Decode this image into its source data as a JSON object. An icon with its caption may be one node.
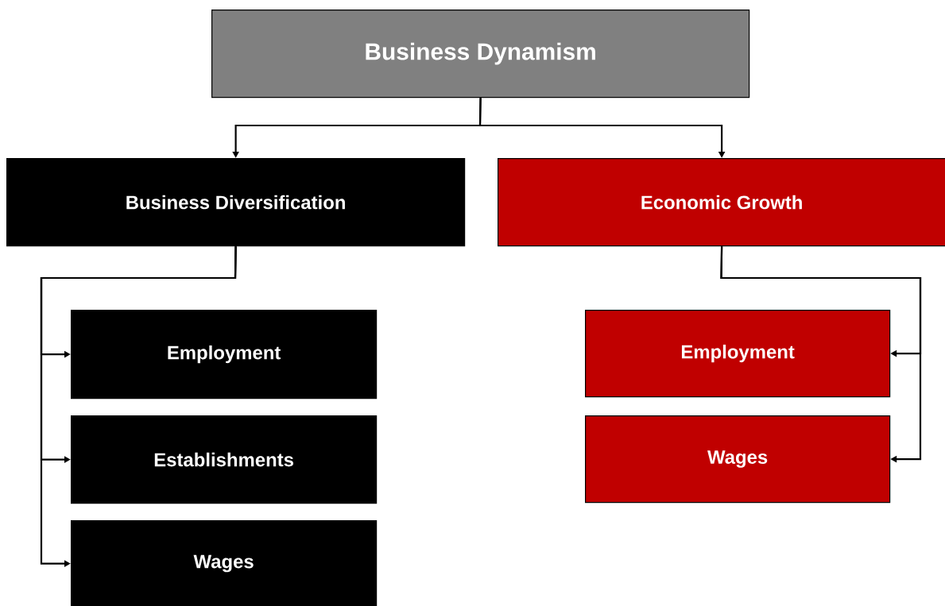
{
  "diagram": {
    "nodes": [
      {
        "text": [
          "Business Dynamism"
        ]
      },
      {
        "text": [
          "Business Diversification"
        ]
      },
      {
        "text": [
          "Economic Growth"
        ]
      },
      {
        "text": [
          "Employment"
        ]
      },
      {
        "text": [
          "Establishments"
        ]
      },
      {
        "text": [
          "Wages"
        ]
      },
      {
        "text": [
          "Employment"
        ]
      },
      {
        "text": [
          "Wages"
        ]
      }
    ],
    "edges": [
      {
        "from": 0,
        "to": 1,
        "arrow": "to"
      },
      {
        "from": 0,
        "to": 2,
        "arrow": "to"
      },
      {
        "from": 1,
        "to": 3,
        "arrow": "to"
      },
      {
        "from": 1,
        "to": 4,
        "arrow": "to"
      },
      {
        "from": 1,
        "to": 5,
        "arrow": "to"
      },
      {
        "from": 2,
        "to": 6,
        "arrow": "to"
      },
      {
        "from": 2,
        "to": 7,
        "arrow": "to"
      }
    ]
  }
}
